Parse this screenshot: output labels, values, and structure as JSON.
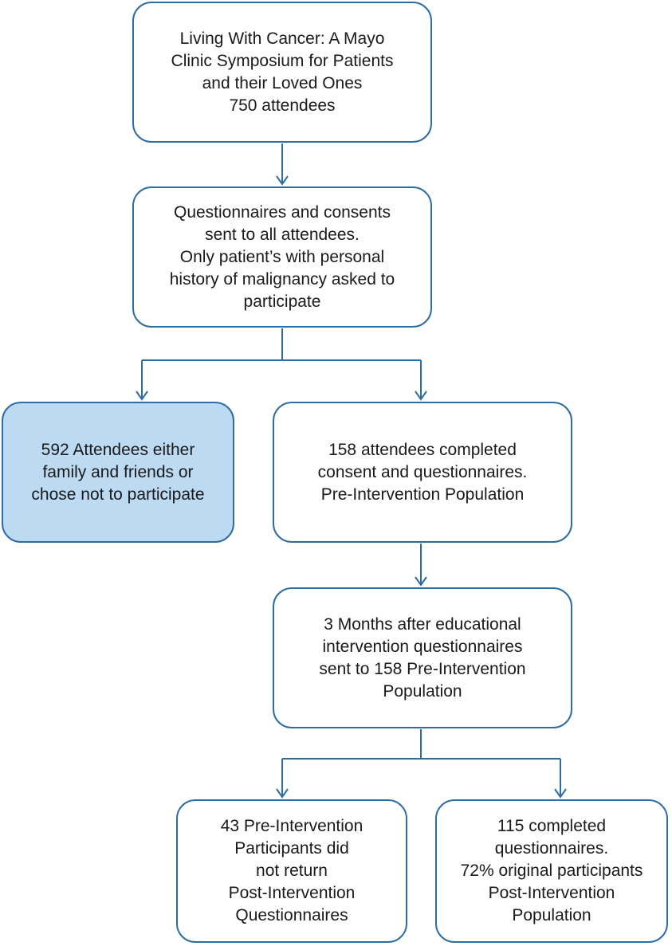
{
  "diagram": {
    "colors": {
      "border": "#2e6da4",
      "arrow": "#2e6da4",
      "highlight_fill": "#bcdaf2",
      "text": "#1a1a1a"
    },
    "boxes": {
      "symposium": [
        "Living With Cancer: A Mayo",
        "Clinic Symposium for Patients",
        "and their Loved Ones",
        "750 attendees"
      ],
      "questionnaires": [
        "Questionnaires and consents",
        "sent to all attendees.",
        "Only patient’s with personal",
        "history of malignancy asked to",
        "participate"
      ],
      "declined": [
        "592 Attendees either",
        "family and friends or",
        "chose not to participate"
      ],
      "completed": [
        "158 attendees completed",
        "consent and questionnaires.",
        "Pre-Intervention Population"
      ],
      "followup": [
        "3 Months after educational",
        "intervention questionnaires",
        "sent to 158 Pre-Intervention",
        "Population"
      ],
      "nonreturn": [
        "43 Pre-Intervention",
        "Participants did",
        "not return",
        "Post-Intervention",
        "Questionnaires"
      ],
      "post": [
        "115 completed",
        "questionnaires.",
        "72% original participants",
        "Post-Intervention",
        "Population"
      ]
    }
  }
}
